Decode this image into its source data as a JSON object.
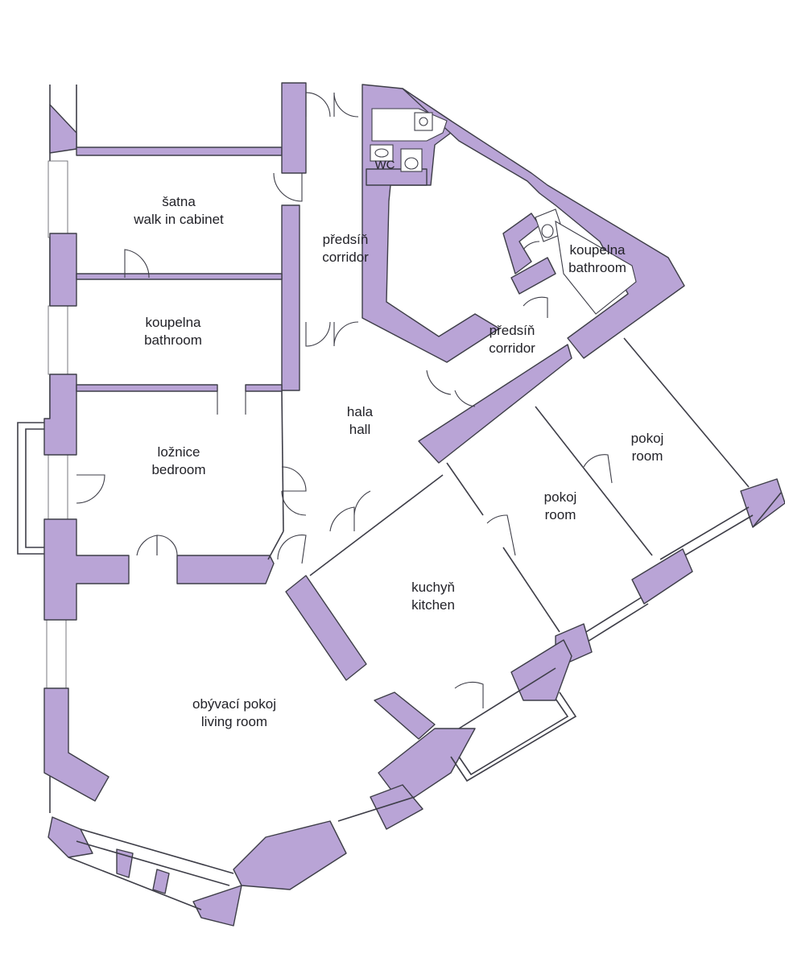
{
  "rooms": [
    {
      "cz": "šatna",
      "en": "walk in cabinet"
    },
    {
      "cz": "předsíň",
      "en": "corridor"
    },
    {
      "cz": "koupelna",
      "en": "bathroom"
    },
    {
      "cz": "koupelna",
      "en": "bathroom"
    },
    {
      "cz": "předsíň",
      "en": "corridor"
    },
    {
      "cz": "hala",
      "en": "hall"
    },
    {
      "cz": "ložnice",
      "en": "bedroom"
    },
    {
      "cz": "pokoj",
      "en": "room"
    },
    {
      "cz": "pokoj",
      "en": "room"
    },
    {
      "cz": "kuchyň",
      "en": "kitchen"
    },
    {
      "cz": "obývací pokoj",
      "en": "living room"
    }
  ],
  "wc_label": "WC",
  "colors": {
    "wall_fill": "#b9a4d6",
    "line": "#3e3e48",
    "background": "#ffffff"
  }
}
